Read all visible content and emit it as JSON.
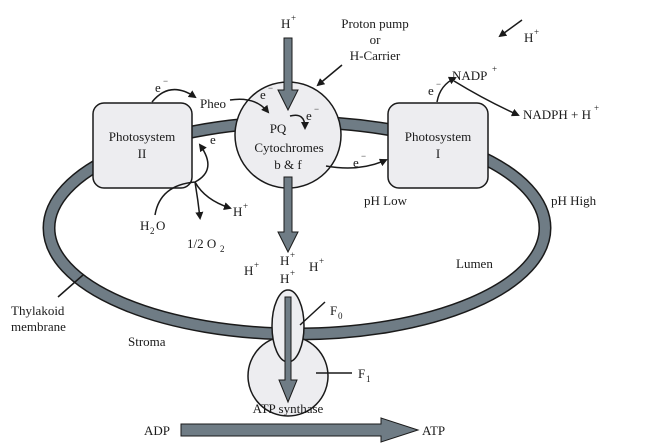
{
  "colors": {
    "membrane": "#6f7c85",
    "box_fill": "#ededf0",
    "outline": "#1a1a1a"
  },
  "labels": {
    "h_plus_top": "H",
    "plus": "+",
    "minus": "−",
    "proton_pump": [
      "Proton pump",
      "or",
      "H-Carrier"
    ],
    "nadp": "NADP",
    "nadph": "NADPH + H",
    "e": "e",
    "pheo": "Pheo",
    "pq": "PQ",
    "cytochromes": "Cytochromes",
    "b_and_f": "b & f",
    "psii": [
      "Photosystem",
      "II"
    ],
    "psi": [
      "Photosystem",
      "I"
    ],
    "h2o_h": "H",
    "h2o_2": "2",
    "h2o_o": "O",
    "h": "H",
    "half_o2": "1/2 O",
    "o2_sub": "2",
    "ph_low": "pH Low",
    "ph_high": "pH High",
    "lumen": "Lumen",
    "thylakoid": [
      "Thylakoid",
      "membrane"
    ],
    "stroma": "Stroma",
    "f0": "F",
    "f0_sub": "0",
    "f1": "F",
    "f1_sub": "1",
    "atp_synthase": "ATP synthase",
    "adp": "ADP",
    "atp": "ATP"
  }
}
